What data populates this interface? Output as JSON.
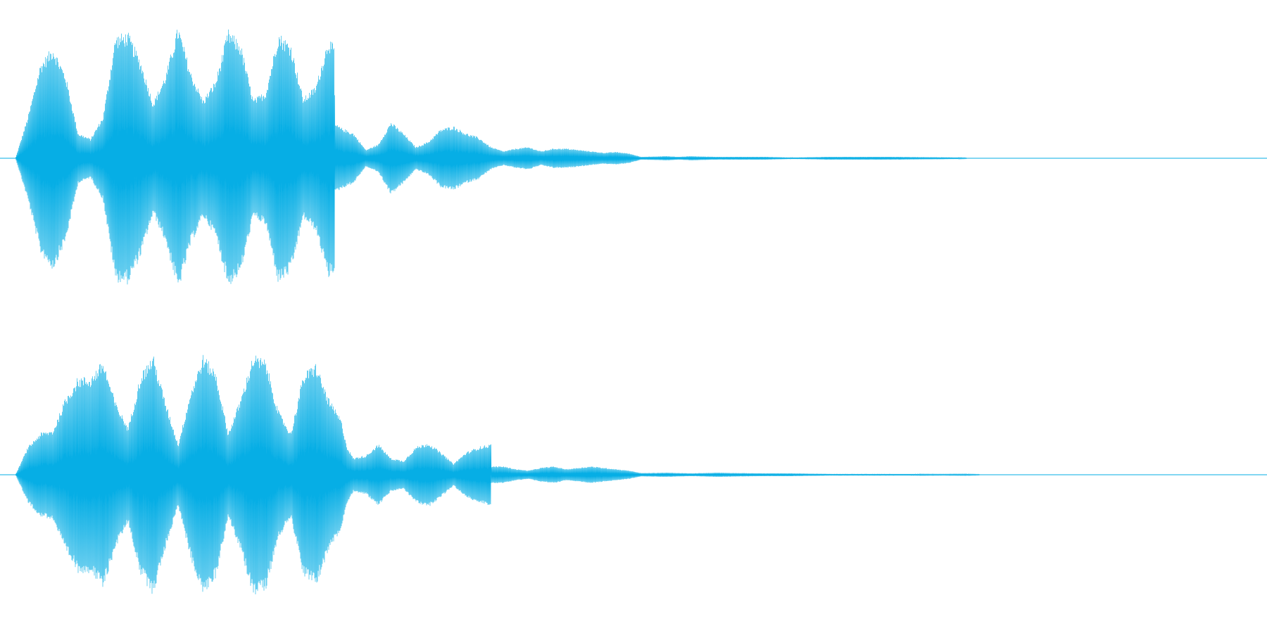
{
  "waveform": {
    "color": "#06aee5",
    "background": "#ffffff",
    "channels": [
      {
        "name": "",
        "envelope": [
          [
            0.0,
            0.0
          ],
          [
            0.01,
            0.3
          ],
          [
            0.02,
            0.68
          ],
          [
            0.03,
            0.8
          ],
          [
            0.04,
            0.6
          ],
          [
            0.05,
            0.18
          ],
          [
            0.06,
            0.14
          ],
          [
            0.07,
            0.3
          ],
          [
            0.08,
            0.88
          ],
          [
            0.09,
            0.9
          ],
          [
            0.1,
            0.7
          ],
          [
            0.11,
            0.4
          ],
          [
            0.12,
            0.6
          ],
          [
            0.13,
            0.95
          ],
          [
            0.14,
            0.62
          ],
          [
            0.15,
            0.42
          ],
          [
            0.16,
            0.56
          ],
          [
            0.17,
            0.92
          ],
          [
            0.18,
            0.82
          ],
          [
            0.19,
            0.42
          ],
          [
            0.2,
            0.48
          ],
          [
            0.21,
            0.9
          ],
          [
            0.22,
            0.82
          ],
          [
            0.23,
            0.43
          ],
          [
            0.24,
            0.52
          ],
          [
            0.25,
            0.86
          ],
          [
            0.255,
            0.8
          ],
          [
            0.2551,
            0.25
          ],
          [
            0.26,
            0.22
          ],
          [
            0.27,
            0.18
          ],
          [
            0.28,
            0.06
          ],
          [
            0.29,
            0.1
          ],
          [
            0.3,
            0.26
          ],
          [
            0.31,
            0.18
          ],
          [
            0.32,
            0.08
          ],
          [
            0.33,
            0.12
          ],
          [
            0.34,
            0.21
          ],
          [
            0.35,
            0.23
          ],
          [
            0.36,
            0.18
          ],
          [
            0.37,
            0.15
          ],
          [
            0.38,
            0.08
          ],
          [
            0.39,
            0.05
          ],
          [
            0.4,
            0.07
          ],
          [
            0.41,
            0.08
          ],
          [
            0.42,
            0.05
          ],
          [
            0.43,
            0.07
          ],
          [
            0.44,
            0.07
          ],
          [
            0.45,
            0.06
          ],
          [
            0.46,
            0.05
          ],
          [
            0.47,
            0.04
          ],
          [
            0.48,
            0.045
          ],
          [
            0.49,
            0.035
          ],
          [
            0.5,
            0.01
          ],
          [
            0.51,
            0.012
          ],
          [
            0.52,
            0.015
          ],
          [
            0.53,
            0.01
          ],
          [
            0.54,
            0.015
          ],
          [
            0.55,
            0.012
          ],
          [
            0.56,
            0.01
          ],
          [
            0.6,
            0.01
          ],
          [
            0.62,
            0.005
          ],
          [
            0.65,
            0.01
          ],
          [
            0.7,
            0.01
          ],
          [
            0.75,
            0.006
          ],
          [
            0.76,
            0.003
          ],
          [
            0.76001,
            0.0
          ],
          [
            1.0,
            0.0
          ]
        ]
      },
      {
        "name": "",
        "envelope": [
          [
            0.0,
            0.0
          ],
          [
            0.01,
            0.2
          ],
          [
            0.02,
            0.3
          ],
          [
            0.03,
            0.32
          ],
          [
            0.04,
            0.55
          ],
          [
            0.05,
            0.7
          ],
          [
            0.06,
            0.7
          ],
          [
            0.07,
            0.82
          ],
          [
            0.08,
            0.52
          ],
          [
            0.09,
            0.34
          ],
          [
            0.1,
            0.72
          ],
          [
            0.11,
            0.86
          ],
          [
            0.12,
            0.52
          ],
          [
            0.13,
            0.22
          ],
          [
            0.14,
            0.6
          ],
          [
            0.15,
            0.86
          ],
          [
            0.16,
            0.74
          ],
          [
            0.17,
            0.3
          ],
          [
            0.18,
            0.55
          ],
          [
            0.19,
            0.86
          ],
          [
            0.2,
            0.82
          ],
          [
            0.21,
            0.46
          ],
          [
            0.22,
            0.3
          ],
          [
            0.23,
            0.72
          ],
          [
            0.24,
            0.8
          ],
          [
            0.25,
            0.55
          ],
          [
            0.26,
            0.4
          ],
          [
            0.265,
            0.2
          ],
          [
            0.27,
            0.12
          ],
          [
            0.28,
            0.14
          ],
          [
            0.29,
            0.22
          ],
          [
            0.3,
            0.12
          ],
          [
            0.31,
            0.1
          ],
          [
            0.32,
            0.2
          ],
          [
            0.33,
            0.23
          ],
          [
            0.34,
            0.16
          ],
          [
            0.35,
            0.08
          ],
          [
            0.36,
            0.16
          ],
          [
            0.37,
            0.2
          ],
          [
            0.38,
            0.22
          ],
          [
            0.3801,
            0.06
          ],
          [
            0.39,
            0.06
          ],
          [
            0.4,
            0.04
          ],
          [
            0.41,
            0.03
          ],
          [
            0.42,
            0.05
          ],
          [
            0.43,
            0.06
          ],
          [
            0.44,
            0.04
          ],
          [
            0.45,
            0.05
          ],
          [
            0.46,
            0.06
          ],
          [
            0.47,
            0.05
          ],
          [
            0.48,
            0.04
          ],
          [
            0.49,
            0.03
          ],
          [
            0.5,
            0.012
          ],
          [
            0.52,
            0.015
          ],
          [
            0.54,
            0.01
          ],
          [
            0.56,
            0.015
          ],
          [
            0.58,
            0.012
          ],
          [
            0.6,
            0.01
          ],
          [
            0.62,
            0.01
          ],
          [
            0.65,
            0.006
          ],
          [
            0.7,
            0.006
          ],
          [
            0.74,
            0.004
          ],
          [
            0.76,
            0.005
          ],
          [
            0.77,
            0.003
          ],
          [
            0.771,
            0.0
          ],
          [
            1.0,
            0.0
          ]
        ]
      }
    ]
  }
}
